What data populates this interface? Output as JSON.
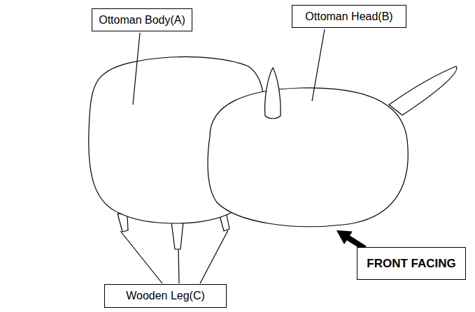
{
  "diagram": {
    "nodes": [
      {
        "text": [
          "Ottoman Body(A)"
        ]
      },
      {
        "text": [
          "Ottoman Head(B)"
        ]
      },
      {
        "text": [
          "Wooden Leg(C)"
        ]
      },
      {
        "text": [
          "FRONT FACING"
        ]
      }
    ]
  }
}
